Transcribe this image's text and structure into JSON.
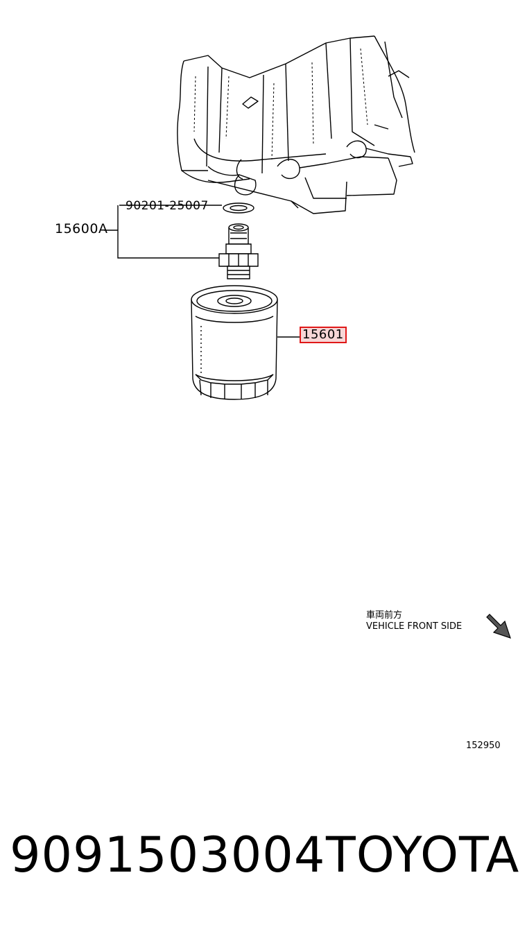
{
  "callouts": {
    "gasket": "90201-25007",
    "assembly": "15600A",
    "filter": "15601"
  },
  "front_indicator": {
    "japanese": "車両前方",
    "english": "VEHICLE FRONT SIDE",
    "icon": "arrow-down-right-icon"
  },
  "diagram_code": "152950",
  "footer": {
    "part_number": "9091503004",
    "brand": "TOYOTA"
  },
  "colors": {
    "highlight_border": "#e01818",
    "highlight_fill": "#f7d6d6",
    "line": "#000000"
  }
}
